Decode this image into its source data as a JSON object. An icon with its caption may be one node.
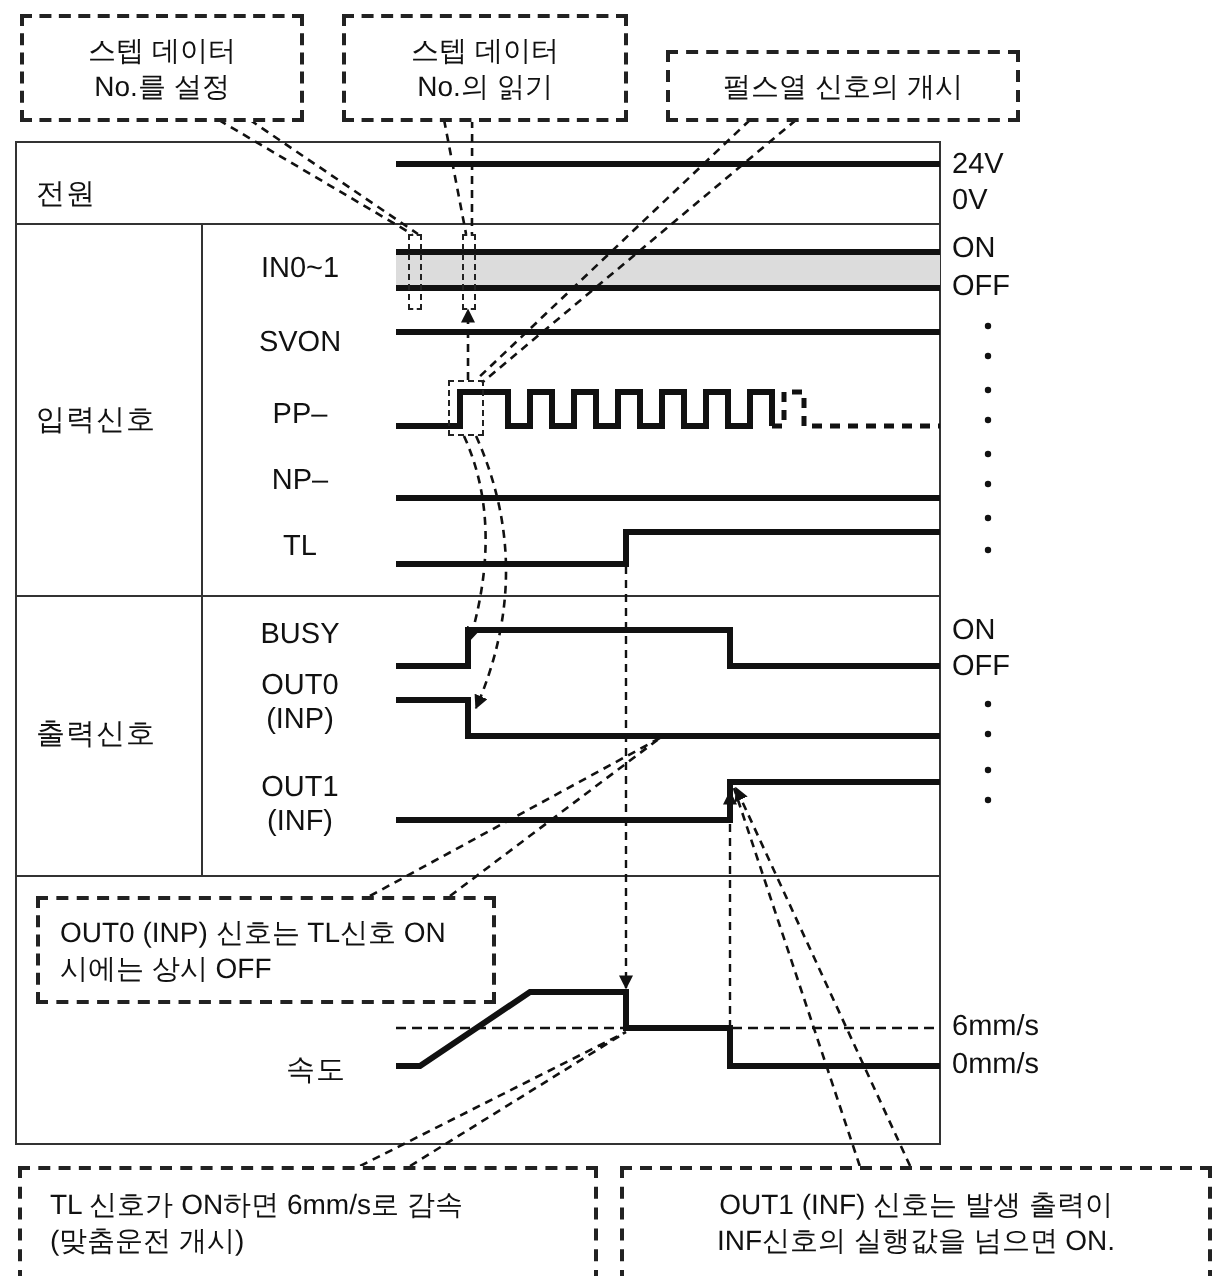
{
  "diagram": {
    "nodes": [
      {
        "text": [
          "스텝 데이터 No.를 설정"
        ]
      },
      {
        "text": [
          "스텝 데이터 No.의 읽기"
        ]
      },
      {
        "text": [
          "펄스열 신호의 개시"
        ]
      },
      {
        "text": [
          "OUT0 (INP) 신호는 TL신호 ON 시에는 상시 OFF"
        ]
      },
      {
        "text": [
          "TL 신호가 ON하면 6mm/s로 감속 (맞춤운전 개시)"
        ]
      },
      {
        "text": [
          "OUT1 (INF) 신호는 발생 출력이 INF신호의 실행값을 넘으면 ON."
        ]
      },
      {
        "text": [],
        "shape": "box"
      },
      {
        "text": [],
        "shape": "box"
      },
      {
        "text": [],
        "shape": "box"
      }
    ],
    "edges": [
      {
        "from": 0,
        "to": 6,
        "arrow": "none"
      },
      {
        "from": 1,
        "to": 7,
        "arrow": "none"
      },
      {
        "from": 8,
        "to": 7,
        "arrow": "to"
      },
      {
        "from": 2,
        "to": 8,
        "arrow": "none"
      },
      {
        "from": 8,
        "to": null,
        "arrow": "to"
      },
      {
        "from": 8,
        "to": null,
        "arrow": "to"
      },
      {
        "from": 3,
        "to": null,
        "arrow": "none"
      },
      {
        "from": 4,
        "to": null,
        "arrow": "none"
      },
      {
        "from": 5,
        "to": null,
        "arrow": "to"
      }
    ],
    "labels": [
      "전원",
      "24V",
      "0V",
      "입력신호",
      "IN0~1",
      "ON",
      "OFF",
      "SVON",
      "PP–",
      "NP–",
      "TL",
      "출력신호",
      "BUSY",
      "ON",
      "OFF",
      "OUT0 (INP)",
      "OUT1 (INF)",
      "속도",
      "6mm/s",
      "0mm/s"
    ]
  }
}
